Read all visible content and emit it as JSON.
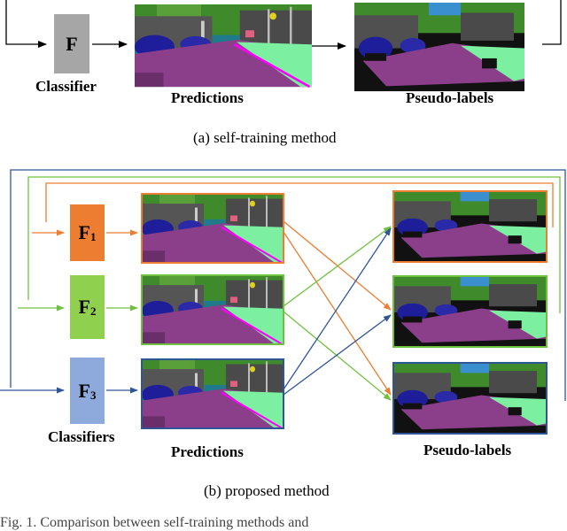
{
  "top": {
    "classifier_letter": "F",
    "classifier_label": "Classifier",
    "predictions_label": "Predictions",
    "pseudo_label": "Pseudo-labels",
    "caption": "(a)  self-training method"
  },
  "bottom": {
    "classifiers": [
      {
        "letter": "F",
        "sub": "1",
        "color": "#ed7d31"
      },
      {
        "letter": "F",
        "sub": "2",
        "color": "#8fd14f"
      },
      {
        "letter": "F",
        "sub": "3",
        "color": "#8ea9db"
      }
    ],
    "classifiers_label": "Classifiers",
    "predictions_label": "Predictions",
    "pseudo_label": "Pseudo-labels",
    "caption": "(b)  proposed  method"
  },
  "footer_text": "Fig. 1. Comparison between self-training methods and",
  "colors": {
    "orange": "#ed7d31",
    "green": "#70c040",
    "blue": "#2f5597",
    "road": "#8b3f8b",
    "sidewalk": "#7cf0a0",
    "sky": "#3a8fcf",
    "building": "#505050",
    "vegetation": "#3f8a2a",
    "car": "#1e1e9a",
    "classifier_gray": "#a6a6a6"
  }
}
